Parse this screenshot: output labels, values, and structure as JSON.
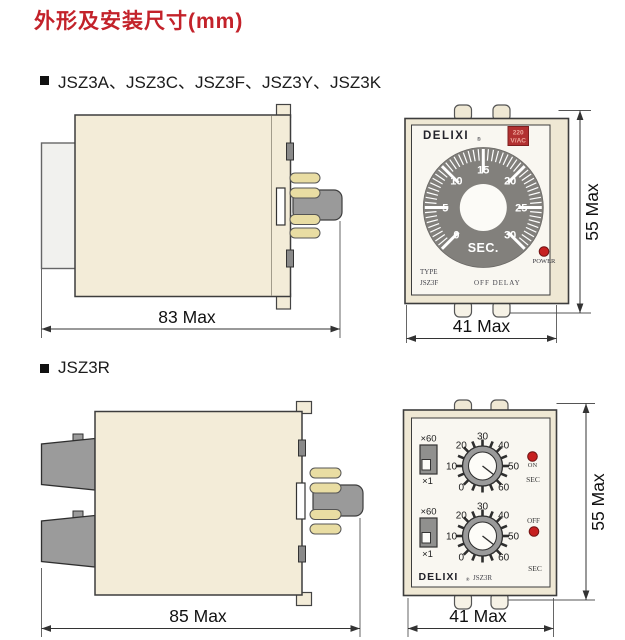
{
  "title": "外形及安装尺寸(mm)",
  "sections": {
    "s1": {
      "header": "JSZ3A、JSZ3C、JSZ3F、JSZ3Y、JSZ3K",
      "side": {
        "width_dim": "83 Max"
      },
      "front": {
        "brand": "DELIXI",
        "reg": "®",
        "badge_line1": "220",
        "badge_line2": "V/AC",
        "dial_labels": [
          "0",
          "5",
          "10",
          "15",
          "20",
          "25",
          "30"
        ],
        "dial_unit": "SEC.",
        "type_label": "TYPE",
        "model": "JSZ3F",
        "mode_label": "OFF DELAY",
        "power_label": "POWER",
        "width_dim": "41 Max",
        "height_dim": "55 Max"
      }
    },
    "s2": {
      "header": "JSZ3R",
      "side": {
        "width_dim": "85 Max"
      },
      "front": {
        "brand": "DELIXI",
        "reg": "®",
        "model": "JSZ3R",
        "knob_labels": [
          "0",
          "10",
          "20",
          "30",
          "40",
          "50",
          "60"
        ],
        "mult_top": "×60",
        "mult_bottom": "×1",
        "on_label": "ON",
        "off_label": "OFF",
        "sec_label": "SEC",
        "width_dim": "41 Max",
        "height_dim": "55 Max"
      }
    }
  },
  "colors": {
    "title_red": "#c3222a",
    "body_cream": "#f3ecd8",
    "panel_white": "#f9f7f1",
    "dial_gray": "#82807c",
    "knob_gray": "#9a9a9a",
    "pin_tan": "#e9dda3",
    "led_red": "#c62020",
    "badge_red": "#b23131"
  }
}
